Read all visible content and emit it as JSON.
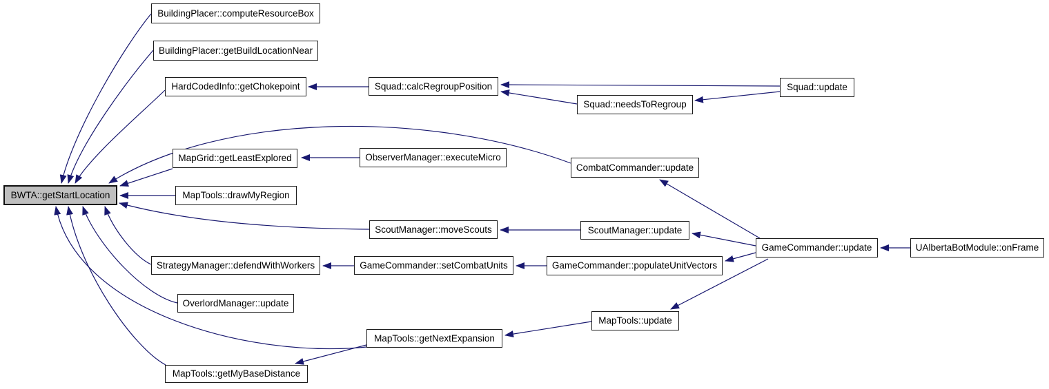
{
  "diagram": {
    "kind": "caller-graph",
    "colors": {
      "edge": "#191970",
      "node_border": "#1c1c1c",
      "node_fill": "#ffffff",
      "highlight_fill": "#bfbfbf",
      "text": "#000000",
      "background": "#ffffff"
    },
    "nodes": [
      {
        "id": "compute-resource-box",
        "label": "BuildingPlacer::computeResourceBox",
        "highlighted": false
      },
      {
        "id": "get-build-location-near",
        "label": "BuildingPlacer::getBuildLocationNear",
        "highlighted": false
      },
      {
        "id": "get-chokepoint",
        "label": "HardCodedInfo::getChokepoint",
        "highlighted": false
      },
      {
        "id": "calc-regroup-position",
        "label": "Squad::calcRegroupPosition",
        "highlighted": false
      },
      {
        "id": "needs-to-regroup",
        "label": "Squad::needsToRegroup",
        "highlighted": false
      },
      {
        "id": "squad-update",
        "label": "Squad::update",
        "highlighted": false
      },
      {
        "id": "get-least-explored",
        "label": "MapGrid::getLeastExplored",
        "highlighted": false
      },
      {
        "id": "execute-micro",
        "label": "ObserverManager::executeMicro",
        "highlighted": false
      },
      {
        "id": "combat-commander-update",
        "label": "CombatCommander::update",
        "highlighted": false
      },
      {
        "id": "get-start-location",
        "label": "BWTA::getStartLocation",
        "highlighted": true
      },
      {
        "id": "draw-my-region",
        "label": "MapTools::drawMyRegion",
        "highlighted": false
      },
      {
        "id": "move-scouts",
        "label": "ScoutManager::moveScouts",
        "highlighted": false
      },
      {
        "id": "scout-manager-update",
        "label": "ScoutManager::update",
        "highlighted": false
      },
      {
        "id": "defend-with-workers",
        "label": "StrategyManager::defendWithWorkers",
        "highlighted": false
      },
      {
        "id": "set-combat-units",
        "label": "GameCommander::setCombatUnits",
        "highlighted": false
      },
      {
        "id": "populate-unit-vectors",
        "label": "GameCommander::populateUnitVectors",
        "highlighted": false
      },
      {
        "id": "game-commander-update",
        "label": "GameCommander::update",
        "highlighted": false
      },
      {
        "id": "on-frame",
        "label": "UAlbertaBotModule::onFrame",
        "highlighted": false
      },
      {
        "id": "overlord-manager-update",
        "label": "OverlordManager::update",
        "highlighted": false
      },
      {
        "id": "map-tools-update",
        "label": "MapTools::update",
        "highlighted": false
      },
      {
        "id": "get-next-expansion",
        "label": "MapTools::getNextExpansion",
        "highlighted": false
      },
      {
        "id": "get-my-base-distance",
        "label": "MapTools::getMyBaseDistance",
        "highlighted": false
      }
    ],
    "edges": [
      {
        "from": "compute-resource-box",
        "to": "get-start-location"
      },
      {
        "from": "get-build-location-near",
        "to": "get-start-location"
      },
      {
        "from": "get-chokepoint",
        "to": "get-start-location"
      },
      {
        "from": "calc-regroup-position",
        "to": "get-chokepoint"
      },
      {
        "from": "needs-to-regroup",
        "to": "calc-regroup-position"
      },
      {
        "from": "squad-update",
        "to": "calc-regroup-position"
      },
      {
        "from": "squad-update",
        "to": "needs-to-regroup"
      },
      {
        "from": "combat-commander-update",
        "to": "get-start-location"
      },
      {
        "from": "get-least-explored",
        "to": "get-start-location"
      },
      {
        "from": "execute-micro",
        "to": "get-least-explored"
      },
      {
        "from": "draw-my-region",
        "to": "get-start-location"
      },
      {
        "from": "move-scouts",
        "to": "get-start-location"
      },
      {
        "from": "scout-manager-update",
        "to": "move-scouts"
      },
      {
        "from": "game-commander-update",
        "to": "combat-commander-update"
      },
      {
        "from": "game-commander-update",
        "to": "scout-manager-update"
      },
      {
        "from": "defend-with-workers",
        "to": "get-start-location"
      },
      {
        "from": "set-combat-units",
        "to": "defend-with-workers"
      },
      {
        "from": "populate-unit-vectors",
        "to": "set-combat-units"
      },
      {
        "from": "game-commander-update",
        "to": "populate-unit-vectors"
      },
      {
        "from": "overlord-manager-update",
        "to": "get-start-location"
      },
      {
        "from": "get-my-base-distance",
        "to": "get-start-location"
      },
      {
        "from": "get-next-expansion",
        "to": "get-start-location"
      },
      {
        "from": "map-tools-update",
        "to": "get-next-expansion"
      },
      {
        "from": "game-commander-update",
        "to": "map-tools-update"
      },
      {
        "from": "get-next-expansion",
        "to": "get-my-base-distance"
      },
      {
        "from": "on-frame",
        "to": "game-commander-update"
      }
    ]
  }
}
